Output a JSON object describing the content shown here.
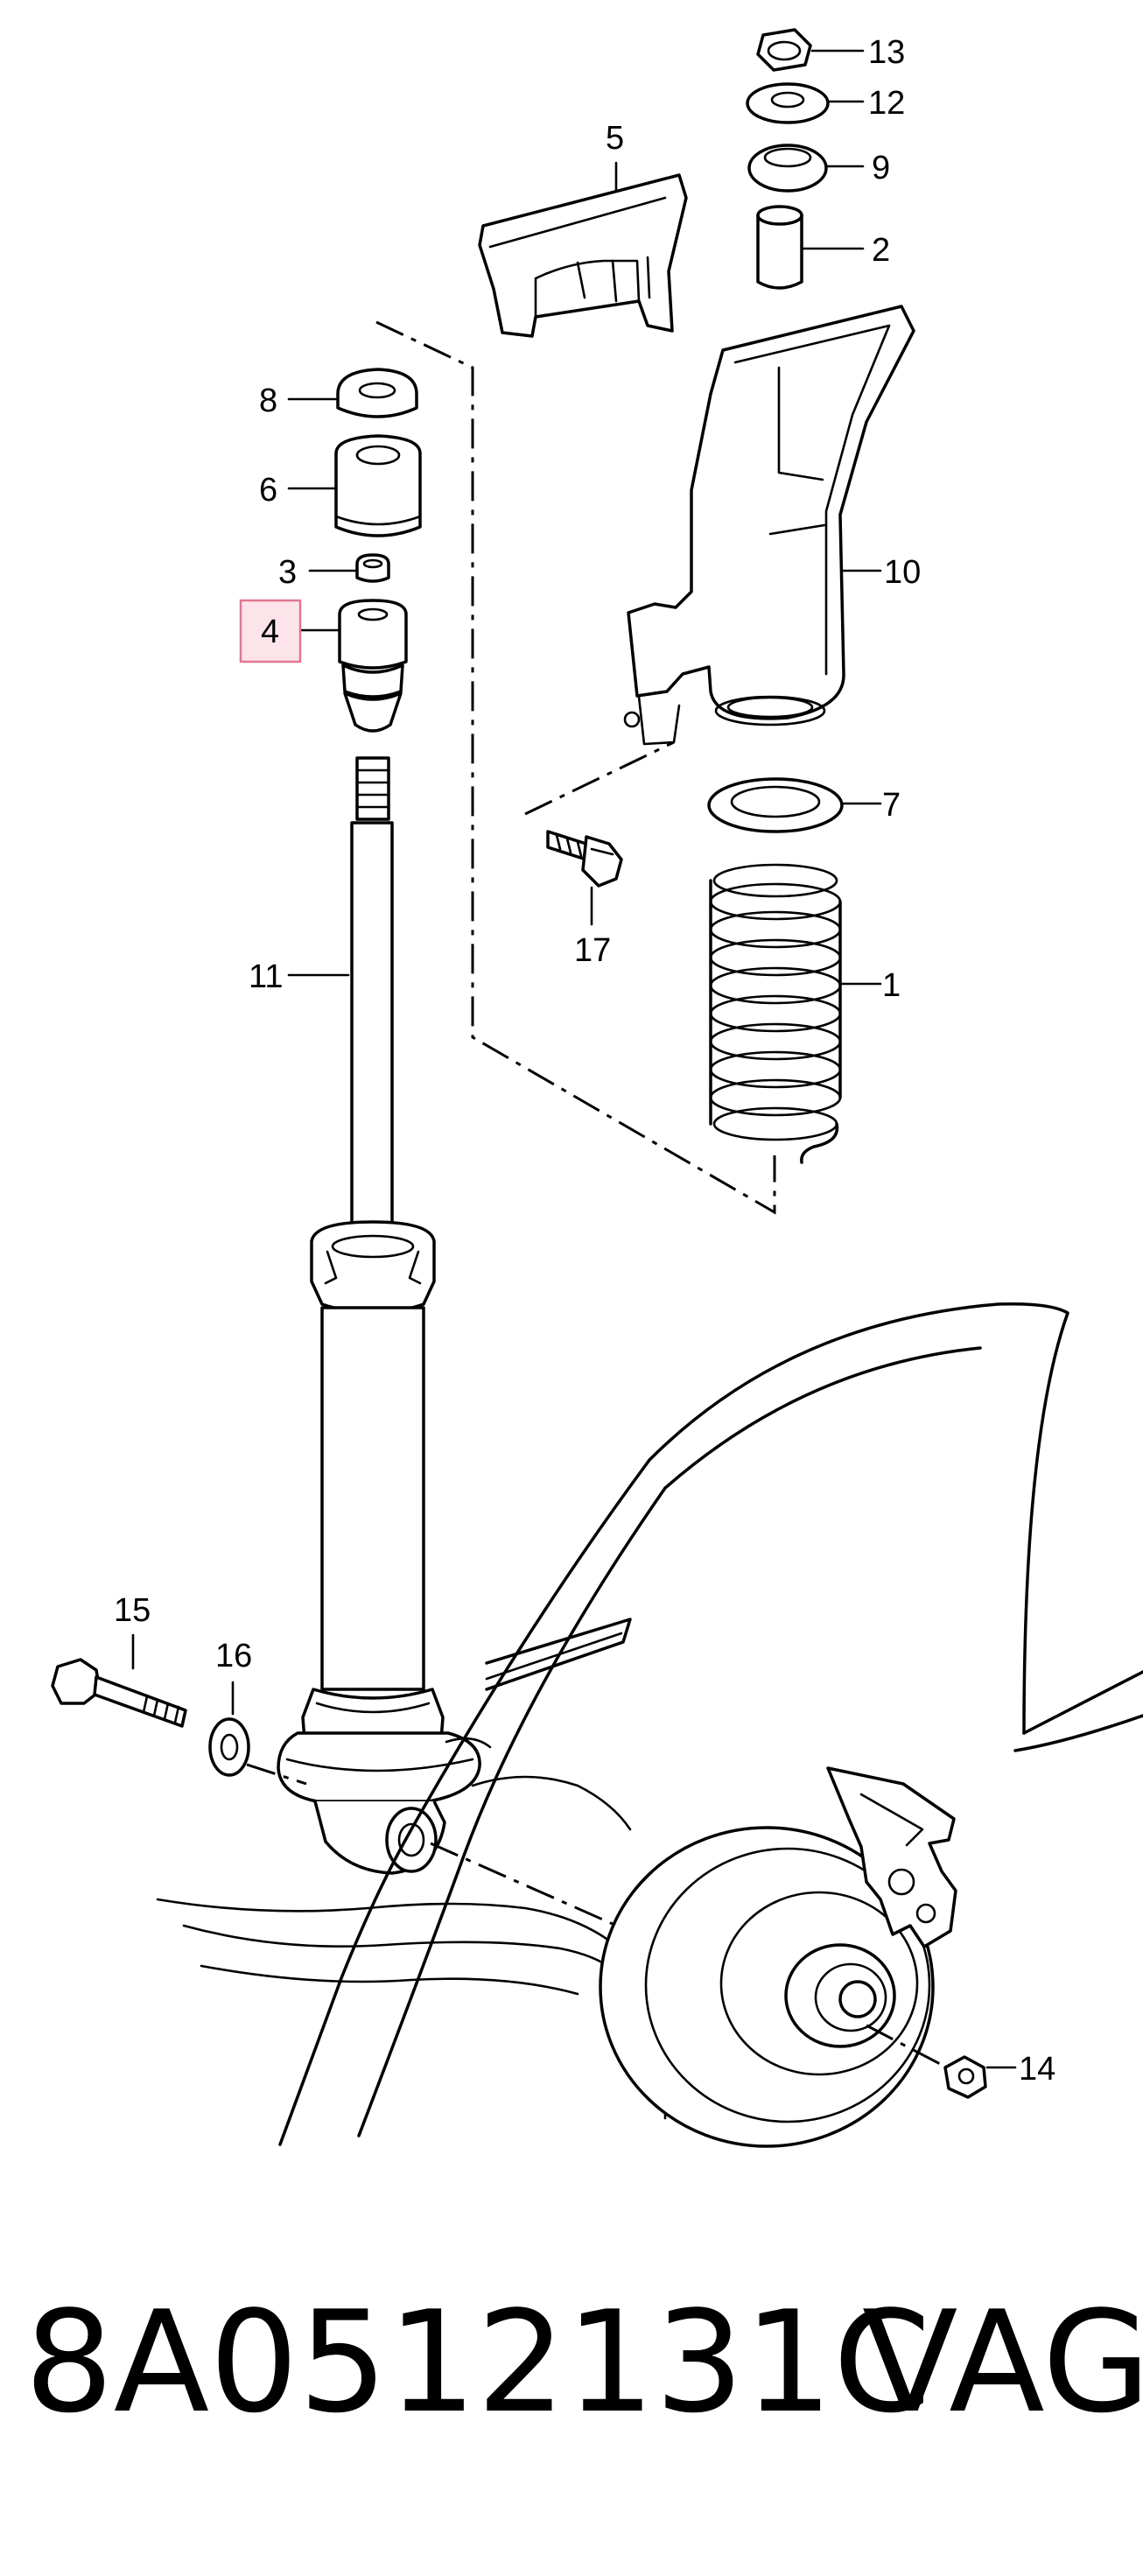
{
  "diagram": {
    "callouts": [
      {
        "id": "13",
        "label": "13"
      },
      {
        "id": "12",
        "label": "12"
      },
      {
        "id": "9",
        "label": "9"
      },
      {
        "id": "5",
        "label": "5"
      },
      {
        "id": "2",
        "label": "2"
      },
      {
        "id": "8",
        "label": "8"
      },
      {
        "id": "6",
        "label": "6"
      },
      {
        "id": "10",
        "label": "10"
      },
      {
        "id": "3",
        "label": "3"
      },
      {
        "id": "4",
        "label": "4",
        "highlighted": true
      },
      {
        "id": "7",
        "label": "7"
      },
      {
        "id": "17",
        "label": "17"
      },
      {
        "id": "11",
        "label": "11"
      },
      {
        "id": "1",
        "label": "1"
      },
      {
        "id": "15",
        "label": "15"
      },
      {
        "id": "16",
        "label": "16"
      },
      {
        "id": "14",
        "label": "14"
      }
    ],
    "highlight_color": "#fde4ea",
    "highlight_border": "#e07890"
  },
  "footer": {
    "part_number": "8A0512131C",
    "brand": "VAG"
  }
}
